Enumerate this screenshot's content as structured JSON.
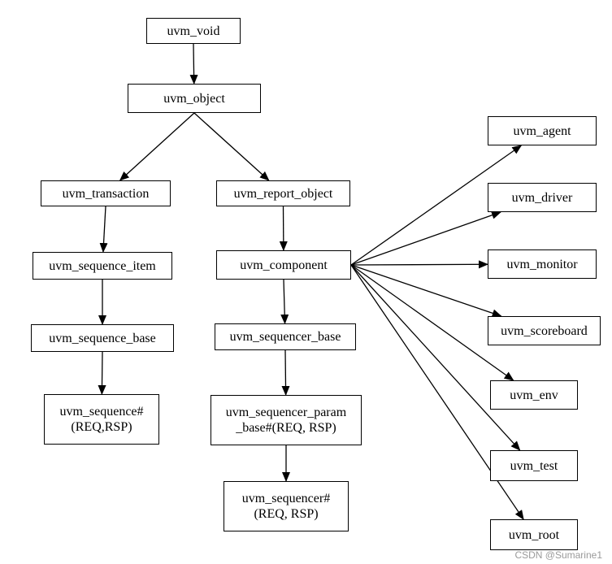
{
  "diagram": {
    "nodes": {
      "uvm_void": "uvm_void",
      "uvm_object": "uvm_object",
      "uvm_transaction": "uvm_transaction",
      "uvm_report_object": "uvm_report_object",
      "uvm_sequence_item": "uvm_sequence_item",
      "uvm_component": "uvm_component",
      "uvm_sequence_base": "uvm_sequence_base",
      "uvm_sequencer_base": "uvm_sequencer_base",
      "uvm_sequence": "uvm_sequence#\n(REQ,RSP)",
      "uvm_sequencer_param_base": "uvm_sequencer_param\n_base#(REQ, RSP)",
      "uvm_sequencer": "uvm_sequencer#\n(REQ, RSP)",
      "uvm_agent": "uvm_agent",
      "uvm_driver": "uvm_driver",
      "uvm_monitor": "uvm_monitor",
      "uvm_scoreboard": "uvm_scoreboard",
      "uvm_env": "uvm_env",
      "uvm_test": "uvm_test",
      "uvm_root": "uvm_root"
    },
    "edges": [
      [
        "uvm_void",
        "uvm_object"
      ],
      [
        "uvm_object",
        "uvm_transaction"
      ],
      [
        "uvm_object",
        "uvm_report_object"
      ],
      [
        "uvm_transaction",
        "uvm_sequence_item"
      ],
      [
        "uvm_report_object",
        "uvm_component"
      ],
      [
        "uvm_sequence_item",
        "uvm_sequence_base"
      ],
      [
        "uvm_sequence_base",
        "uvm_sequence"
      ],
      [
        "uvm_component",
        "uvm_sequencer_base"
      ],
      [
        "uvm_sequencer_base",
        "uvm_sequencer_param_base"
      ],
      [
        "uvm_sequencer_param_base",
        "uvm_sequencer"
      ],
      [
        "uvm_component",
        "uvm_agent"
      ],
      [
        "uvm_component",
        "uvm_driver"
      ],
      [
        "uvm_component",
        "uvm_monitor"
      ],
      [
        "uvm_component",
        "uvm_scoreboard"
      ],
      [
        "uvm_component",
        "uvm_env"
      ],
      [
        "uvm_component",
        "uvm_test"
      ],
      [
        "uvm_component",
        "uvm_root"
      ]
    ]
  },
  "watermark": "CSDN @Sumarine1"
}
